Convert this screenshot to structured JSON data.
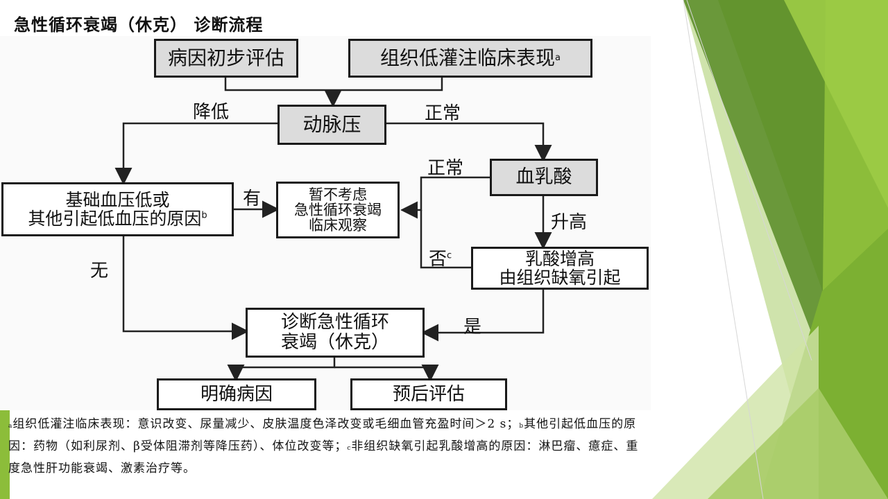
{
  "slide": {
    "title": "急性循环衰竭（休克） 诊断流程"
  },
  "flowchart": {
    "nodes": {
      "etiology": "病因初步评估",
      "hypoperfusion": "组织低灌注临床表现",
      "hypoperfusion_mark": "a",
      "arterial_pressure": "动脉压",
      "lactate": "血乳酸",
      "low_bp_line1": "基础血压低或",
      "low_bp_line2": "其他引起低血压的原因",
      "low_bp_mark": "b",
      "observe_line1": "暂不考虑",
      "observe_line2": "急性循环衰竭",
      "observe_line3": "临床观察",
      "hypoxia_line1": "乳酸增高",
      "hypoxia_line2": "由组织缺氧引起",
      "diagnosis_line1": "诊断急性循环",
      "diagnosis_line2": "衰竭（休克）",
      "cause": "明确病因",
      "prognosis": "预后评估"
    },
    "edge_labels": {
      "decreased": "降低",
      "normal_top": "正常",
      "normal_lactate": "正常",
      "yes_have": "有",
      "none": "无",
      "elevated": "升高",
      "no": "否",
      "no_mark": "c",
      "yes": "是"
    }
  },
  "footnote": {
    "mark_a": "a",
    "text_a": "组织低灌注临床表现：意识改变、尿量减少、皮肤温度色泽改变或毛细血管充盈时间＞2 s；",
    "mark_b": "b",
    "text_b": "其他引起低血压的原因：药物（如利尿剂、β受体阻滞剂等降压药）、体位改变等；",
    "mark_c": "c",
    "text_c": "非组织缺氧引起乳酸增高的原因：淋巴瘤、癔症、重度急性肝功能衰竭、激素治疗等。"
  },
  "colors": {
    "accent_dark": "#5e8f2e",
    "accent_mid": "#8cbd3a",
    "accent_light": "#bcd88a",
    "box_gray": "#dcdcdc"
  }
}
